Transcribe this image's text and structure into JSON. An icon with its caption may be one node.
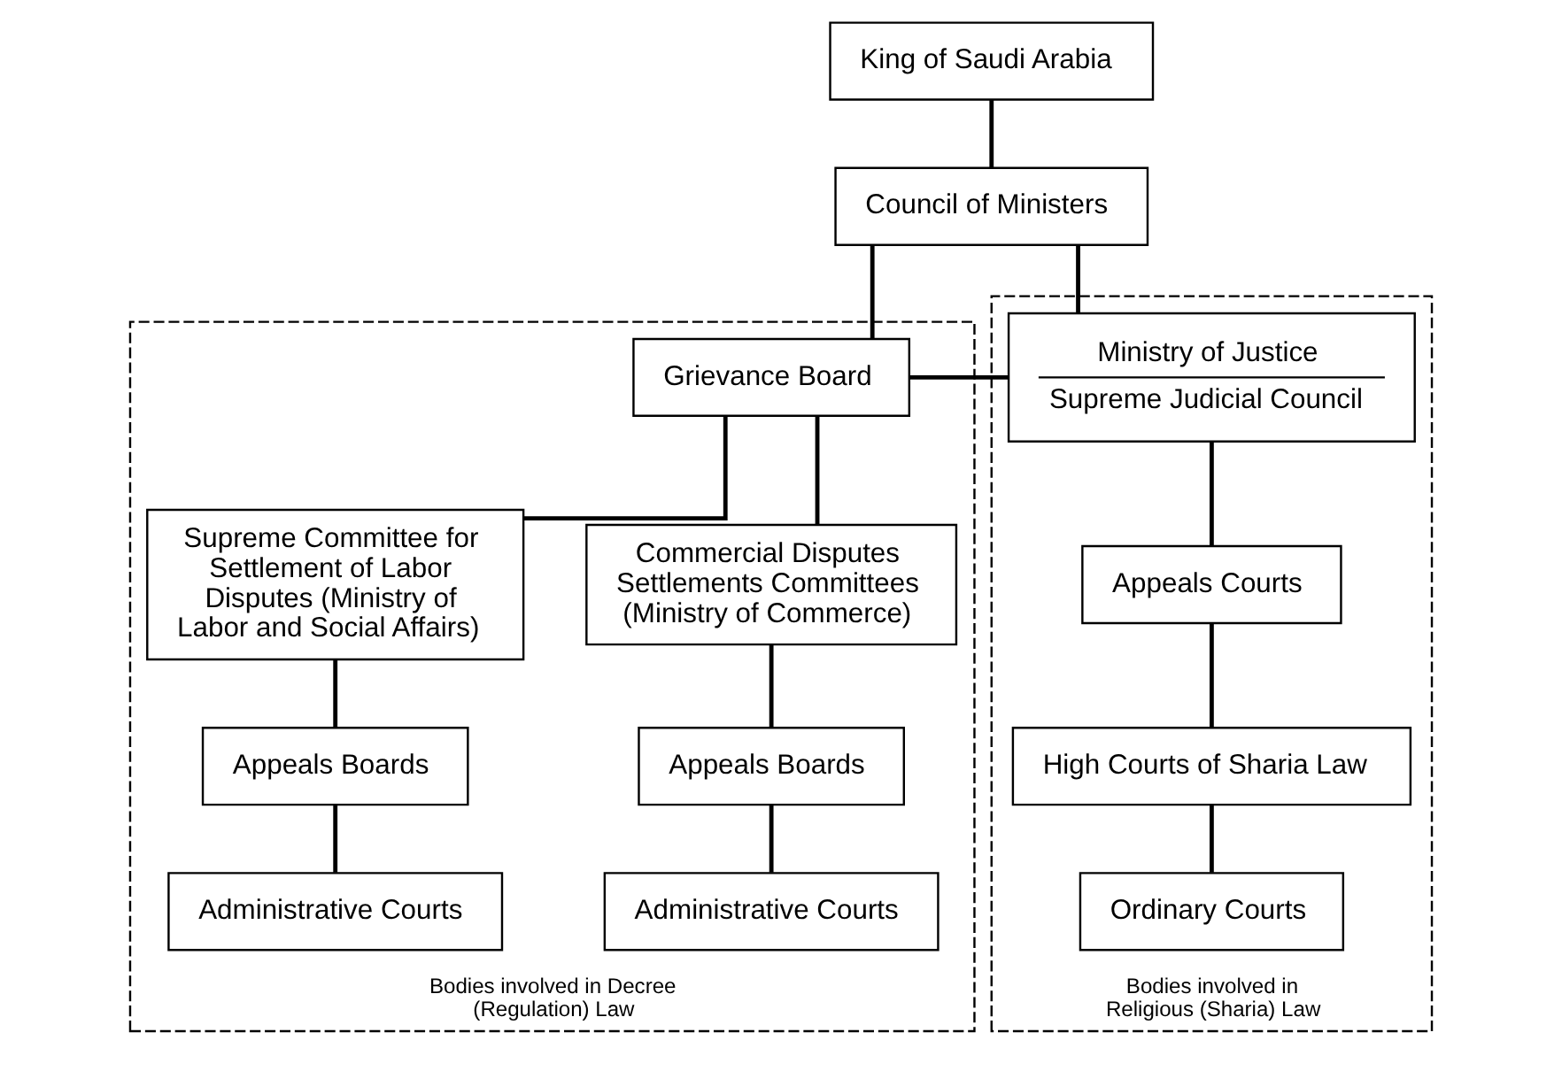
{
  "diagram": {
    "nodes": [
      {
        "text": [
          "King of Saudi Arabia"
        ]
      },
      {
        "text": [
          "Council of Ministers"
        ]
      },
      {
        "text": [
          "Bodies involved in Decree (Regulation) Law"
        ]
      },
      {
        "text": [
          "Grievance Board"
        ],
        "in": 2
      },
      {
        "text": [
          "Supreme Committee for Settlement of Labor Disputes (Ministry of Labor and Social Affairs)"
        ],
        "in": 2
      },
      {
        "text": [
          "Commercial Disputes Settlements Committees (Ministry of Commerce)"
        ],
        "in": 2
      },
      {
        "text": [
          "Appeals Boards"
        ],
        "in": 2
      },
      {
        "text": [
          "Administrative Courts"
        ],
        "in": 2
      },
      {
        "text": [
          "Appeals Boards"
        ],
        "in": 2
      },
      {
        "text": [
          "Administrative Courts"
        ],
        "in": 2
      },
      {
        "text": [
          "Bodies involved in Religious (Sharia) Law"
        ]
      },
      {
        "text": [
          "Ministry of Justice",
          "Supreme Judicial Council"
        ],
        "in": 10
      },
      {
        "text": [
          "Appeals Courts"
        ],
        "in": 10
      },
      {
        "text": [
          "High Courts of Sharia Law"
        ],
        "in": 10
      },
      {
        "text": [
          "Ordinary Courts"
        ],
        "in": 10
      }
    ],
    "edges": [
      {
        "from": 0,
        "to": 1,
        "arrow": "none"
      },
      {
        "from": 1,
        "to": 3,
        "arrow": "none"
      },
      {
        "from": 1,
        "to": 11,
        "arrow": "none"
      },
      {
        "from": 3,
        "to": 4,
        "arrow": "none"
      },
      {
        "from": 3,
        "to": 5,
        "arrow": "none"
      },
      {
        "from": 3,
        "to": 11,
        "arrow": "none"
      },
      {
        "from": 4,
        "to": 6,
        "arrow": "none"
      },
      {
        "from": 6,
        "to": 7,
        "arrow": "none"
      },
      {
        "from": 5,
        "to": 8,
        "arrow": "none"
      },
      {
        "from": 8,
        "to": 9,
        "arrow": "none"
      },
      {
        "from": 11,
        "to": 12,
        "arrow": "none"
      },
      {
        "from": 12,
        "to": 13,
        "arrow": "none"
      },
      {
        "from": 13,
        "to": 14,
        "arrow": "none"
      }
    ]
  }
}
